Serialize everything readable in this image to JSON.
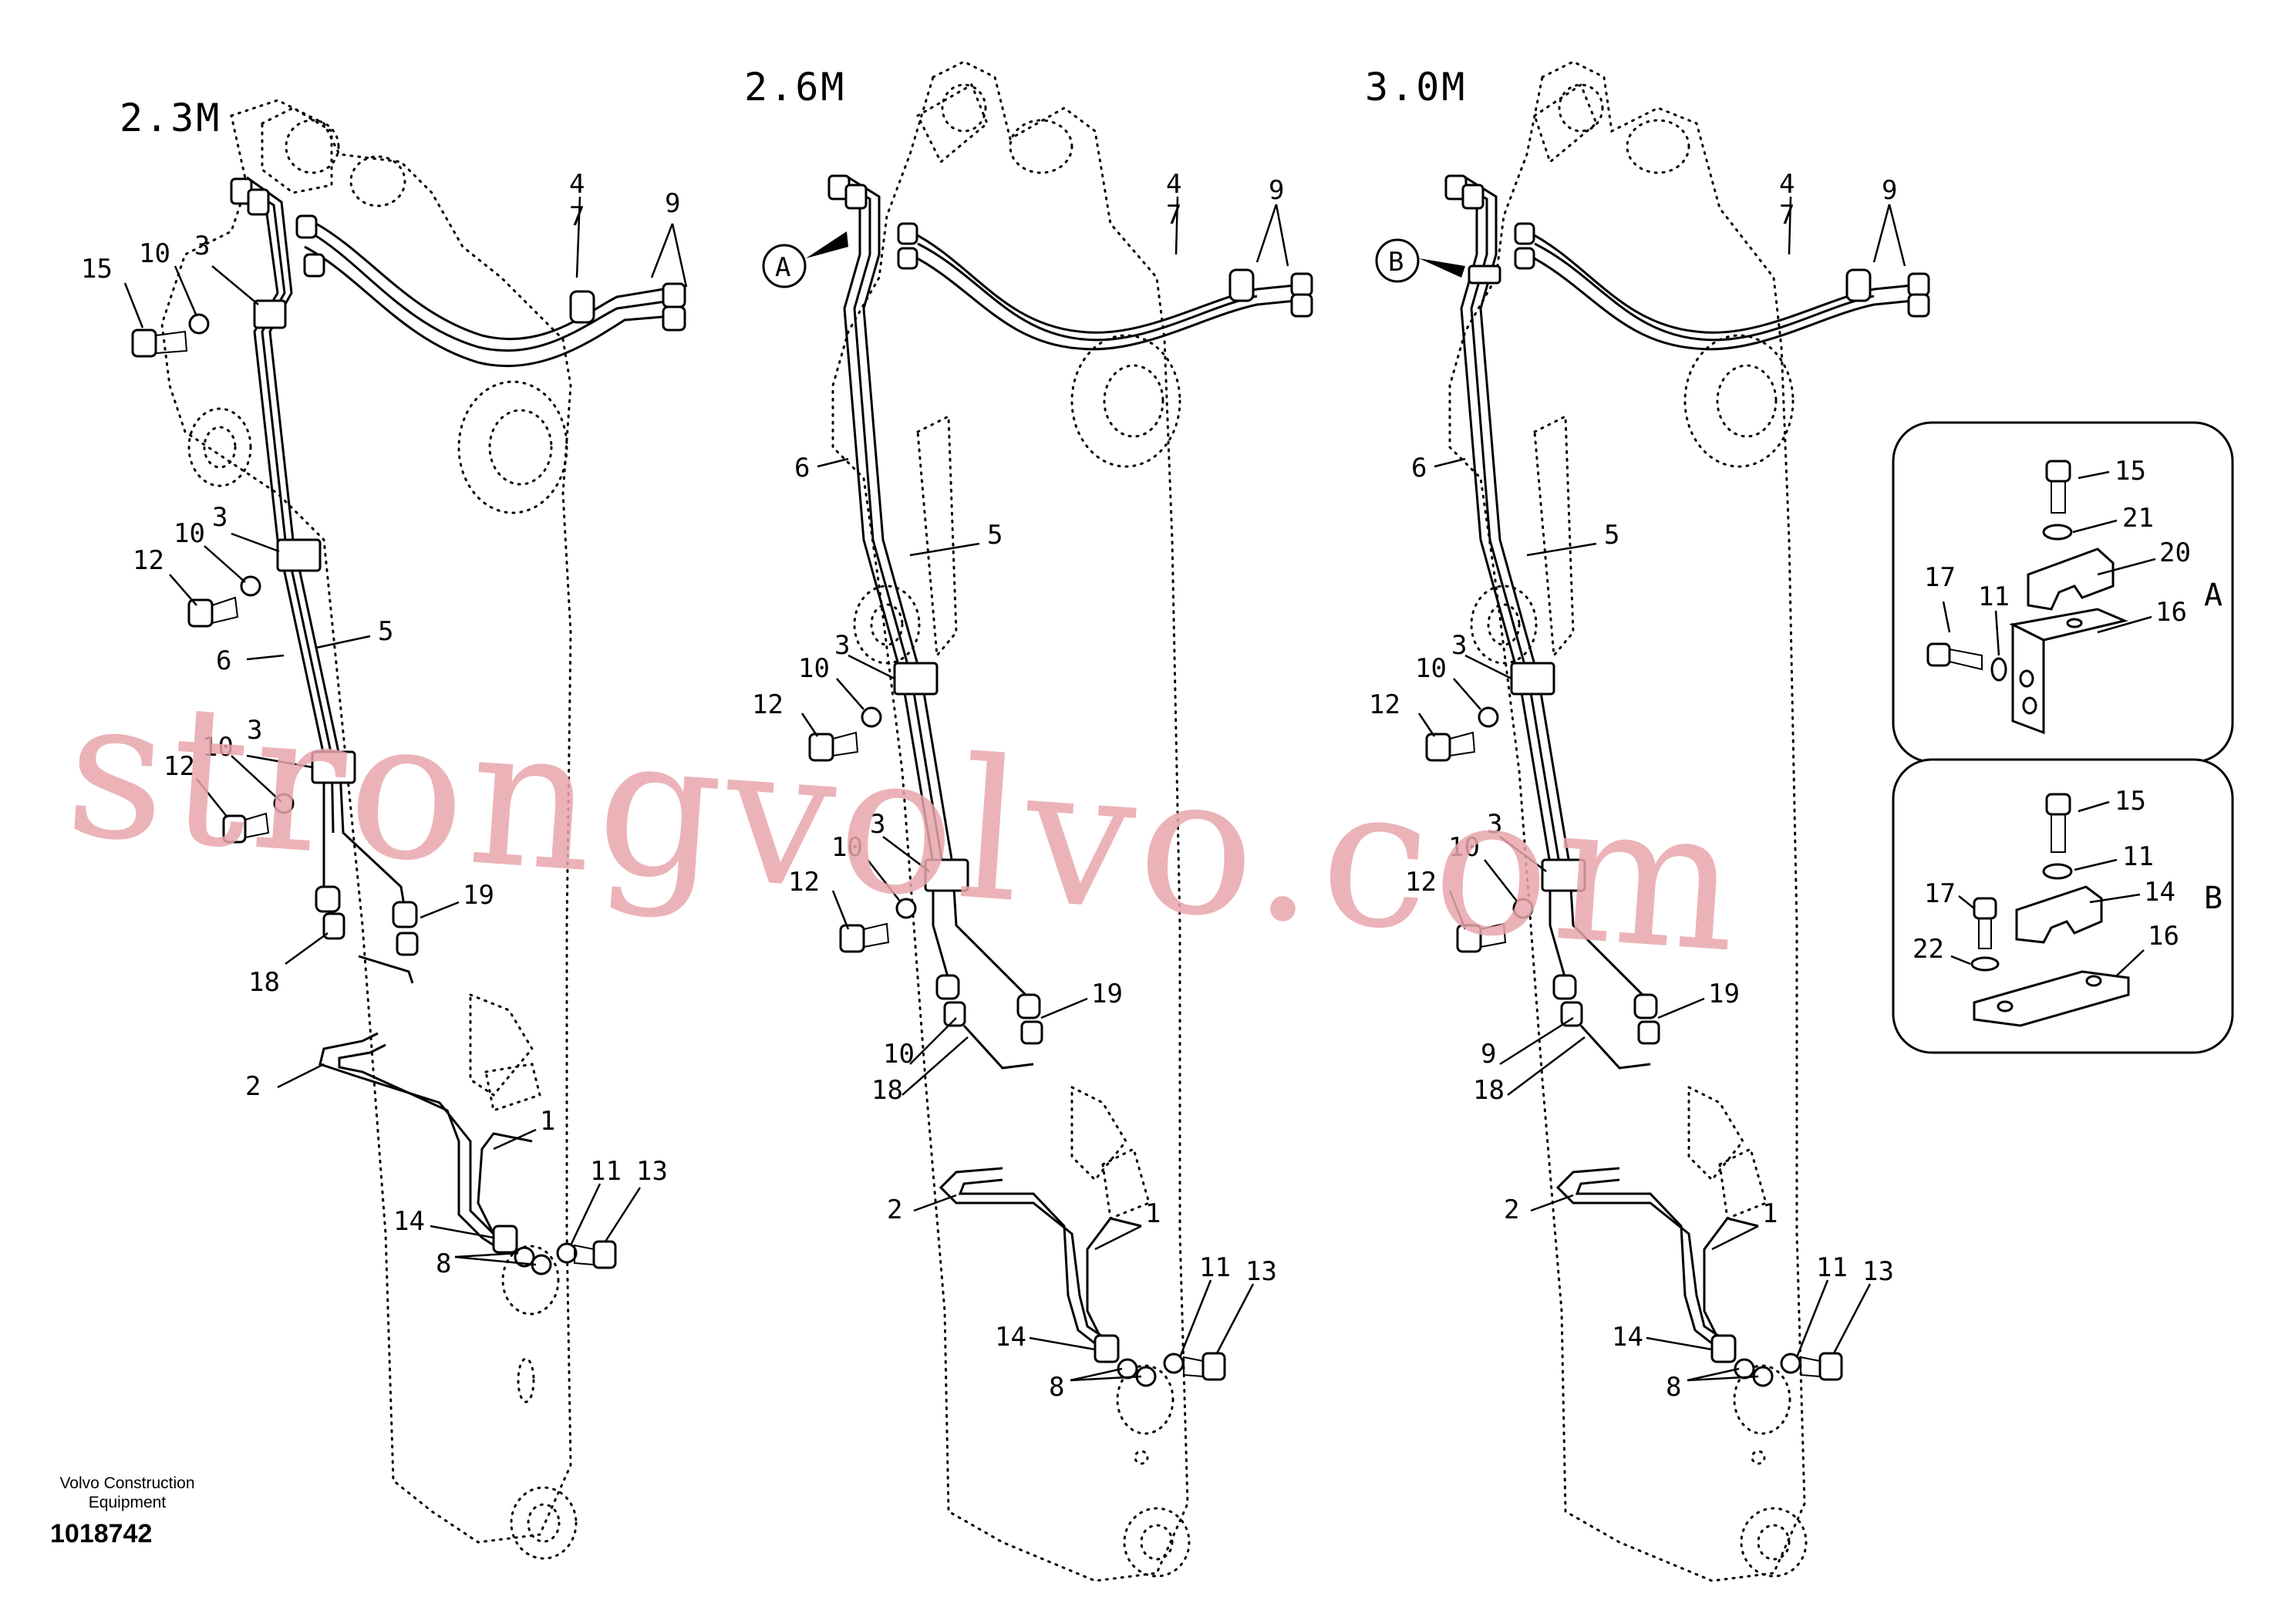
{
  "titles": [
    "2.3M",
    "2.6M",
    "3.0M"
  ],
  "view_markers": [
    "A",
    "B"
  ],
  "detail_a": {
    "letter": "A",
    "labels": [
      "15",
      "21",
      "20",
      "17",
      "11",
      "16"
    ]
  },
  "detail_b": {
    "letter": "B",
    "labels": [
      "15",
      "11",
      "17",
      "14",
      "16",
      "22"
    ]
  },
  "panel1_labels": [
    "4",
    "7",
    "9",
    "15",
    "10",
    "3",
    "10",
    "3",
    "12",
    "6",
    "5",
    "10",
    "3",
    "12",
    "19",
    "18",
    "2",
    "1",
    "11",
    "13",
    "14",
    "8"
  ],
  "panel2_labels": [
    "4",
    "7",
    "9",
    "6",
    "5",
    "3",
    "10",
    "12",
    "3",
    "10",
    "12",
    "19",
    "10",
    "18",
    "2",
    "1",
    "11",
    "13",
    "14",
    "8"
  ],
  "panel3_labels": [
    "4",
    "7",
    "9",
    "6",
    "5",
    "3",
    "10",
    "12",
    "3",
    "10",
    "12",
    "19",
    "9",
    "18",
    "2",
    "1",
    "11",
    "13",
    "14",
    "8"
  ],
  "footer": {
    "company_line1": "Volvo Construction",
    "company_line2": "Equipment",
    "figure_number": "1018742"
  },
  "watermark": "strongvolvo.com"
}
